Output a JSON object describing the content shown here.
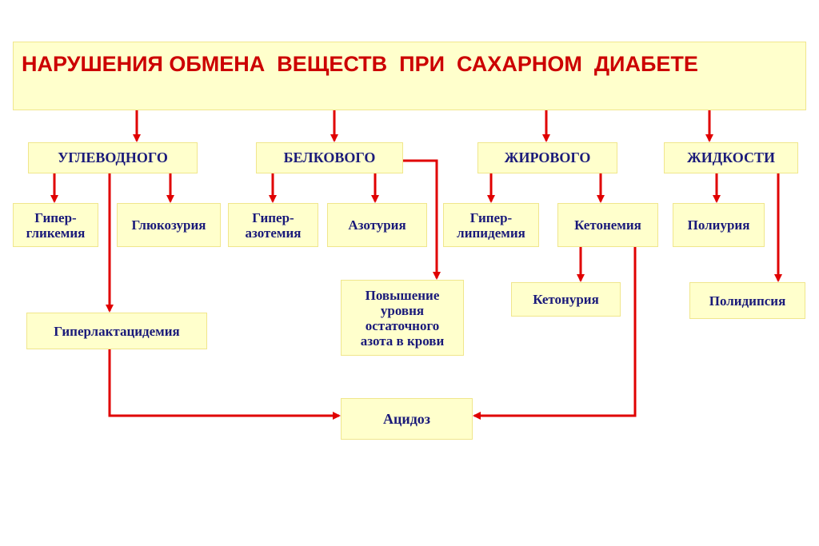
{
  "title": "НАРУШЕНИЯ ОБМЕНА  ВЕЩЕСТВ  ПРИ  САХАРНОМ  ДИАБЕТЕ",
  "categories": {
    "carb": "УГЛЕВОДНОГО",
    "protein": "БЕЛКОВОГО",
    "fat": "ЖИРОВОГО",
    "fluid": "ЖИДКОСТИ"
  },
  "items": {
    "hyperglycemia": "Гипер-\nгликемия",
    "glucosuria": "Глюкозурия",
    "hyperazotemia": "Гипер-\nазотемия",
    "azoturia": "Азотурия",
    "hyperlipidemia": "Гипер-\nлипидемия",
    "ketonemia": "Кетонемия",
    "polyuria": "Полиурия",
    "residual_nitrogen": "Повышение\nуровня\nостаточного\nазота в крови",
    "ketonuria": "Кетонурия",
    "polydipsia": "Полидипсия",
    "hyperlactacidemia": "Гиперлактацидемия",
    "acidosis": "Ацидоз"
  },
  "colors": {
    "arrow": "#e00000",
    "box_fill": "#ffffcc",
    "title_text": "#cc0000",
    "box_text": "#1a1a7a"
  }
}
